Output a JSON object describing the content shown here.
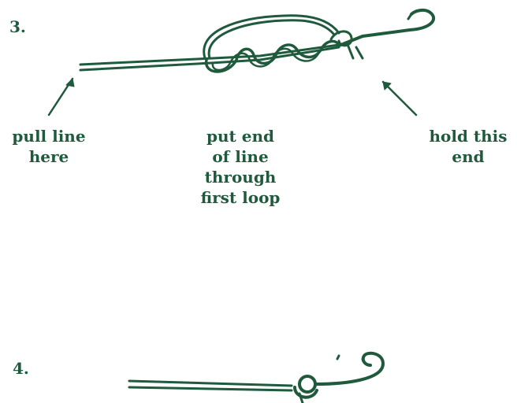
{
  "steps": [
    {
      "number": "3.",
      "labels": {
        "pull": [
          "pull line",
          "here"
        ],
        "put": [
          "put end",
          "of line",
          "through",
          "first loop"
        ],
        "hold": [
          "hold this",
          "end"
        ]
      }
    },
    {
      "number": "4."
    }
  ],
  "colors": {
    "ink": "#1f5a3d",
    "background": "#ffffff"
  }
}
